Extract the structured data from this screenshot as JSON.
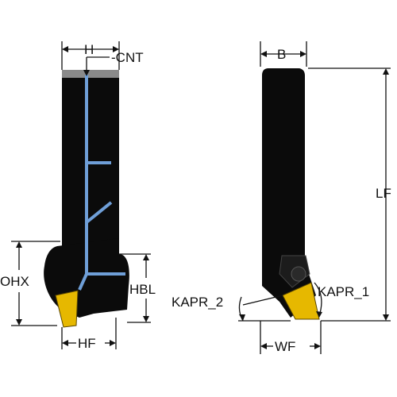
{
  "labels": {
    "h": "H",
    "cnt": "-CNT",
    "b": "B",
    "lf": "LF",
    "ohx": "OHX",
    "hbl": "HBL",
    "hf": "HF",
    "kapr_2": "KAPR_2",
    "kapr_1": "KAPR_1",
    "wf": "WF"
  },
  "colors": {
    "tool_body": "#0b0b0b",
    "coolant_channel": "#6f9fd8",
    "tool_top": "#8a8a8a",
    "insert": "#e6b800",
    "dimension_line": "#111111"
  }
}
